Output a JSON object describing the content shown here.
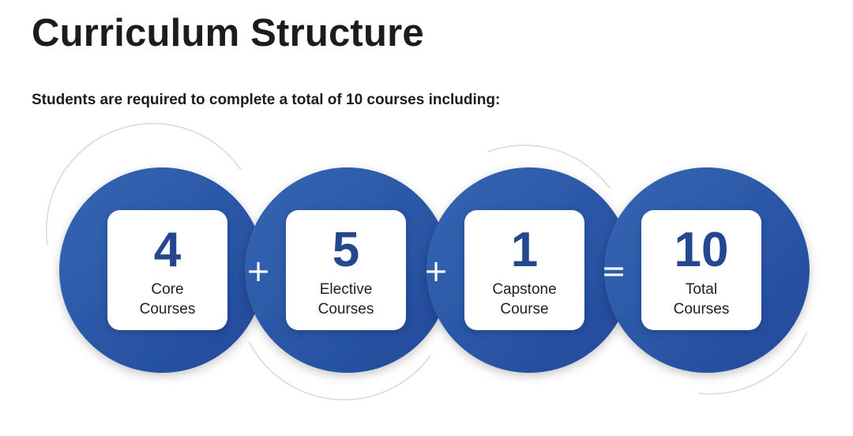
{
  "page": {
    "title": "Curriculum Structure",
    "subtitle": "Students are required to complete a total of 10 courses including:"
  },
  "colors": {
    "circle_blue": "#2f5ea8",
    "circle_blue_dark": "#22489a",
    "number_blue": "#24478f",
    "text_dark": "#1c1c1c"
  },
  "cards": [
    {
      "number": "4",
      "label_line1": "Core",
      "label_line2": "Courses"
    },
    {
      "number": "5",
      "label_line1": "Elective",
      "label_line2": "Courses"
    },
    {
      "number": "1",
      "label_line1": "Capstone",
      "label_line2": "Course"
    },
    {
      "number": "10",
      "label_line1": "Total",
      "label_line2": "Courses"
    }
  ],
  "operators": [
    "+",
    "+",
    "="
  ]
}
